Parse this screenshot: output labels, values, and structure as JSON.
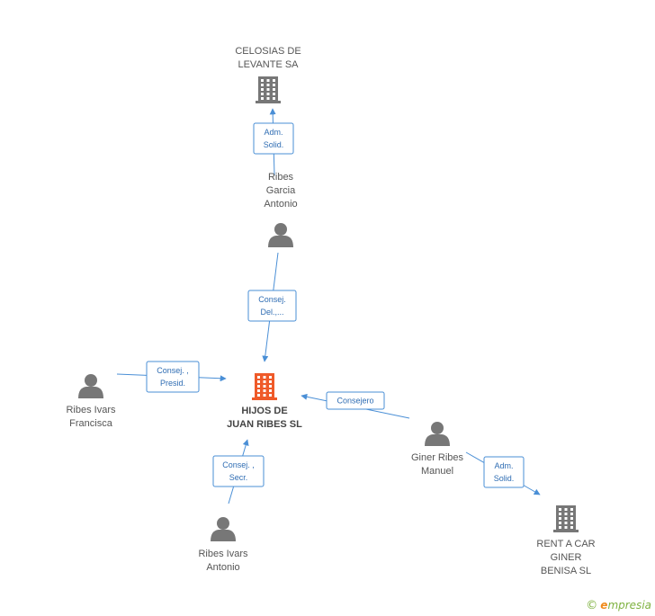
{
  "colors": {
    "edge": "#4a8fd6",
    "node": "#777777",
    "main_node": "#ef5a29",
    "text": "#555555"
  },
  "nodes": [
    {
      "id": "celosias",
      "kind": "company",
      "lines": [
        "CELOSIAS DE",
        "LEVANTE SA"
      ]
    },
    {
      "id": "ribes_garcia",
      "kind": "person",
      "lines": [
        "Ribes",
        "Garcia",
        "Antonio"
      ]
    },
    {
      "id": "hijos",
      "kind": "main-company",
      "lines": [
        "HIJOS DE",
        "JUAN RIBES SL"
      ]
    },
    {
      "id": "ribes_ivars_francisca",
      "kind": "person",
      "lines": [
        "Ribes Ivars",
        "Francisca"
      ]
    },
    {
      "id": "giner_ribes_manuel",
      "kind": "person",
      "lines": [
        "Giner Ribes",
        "Manuel"
      ]
    },
    {
      "id": "ribes_ivars_antonio",
      "kind": "person",
      "lines": [
        "Ribes Ivars",
        "Antonio"
      ]
    },
    {
      "id": "rent_a_car",
      "kind": "company",
      "lines": [
        "RENT A CAR",
        "GINER",
        "BENISA SL"
      ]
    }
  ],
  "edges": [
    {
      "id": "e1",
      "lines": [
        "Adm.",
        "Solid."
      ]
    },
    {
      "id": "e2",
      "lines": [
        "Consej.",
        "Del.,..."
      ]
    },
    {
      "id": "e3",
      "lines": [
        "Consej. ,",
        "Presid."
      ]
    },
    {
      "id": "e4",
      "lines": [
        "Consejero"
      ]
    },
    {
      "id": "e5",
      "lines": [
        "Consej. ,",
        "Secr."
      ]
    },
    {
      "id": "e6",
      "lines": [
        "Adm.",
        "Solid."
      ]
    }
  ],
  "brand": {
    "copyright": "©",
    "first_letter": "e",
    "rest": "mpresia"
  }
}
